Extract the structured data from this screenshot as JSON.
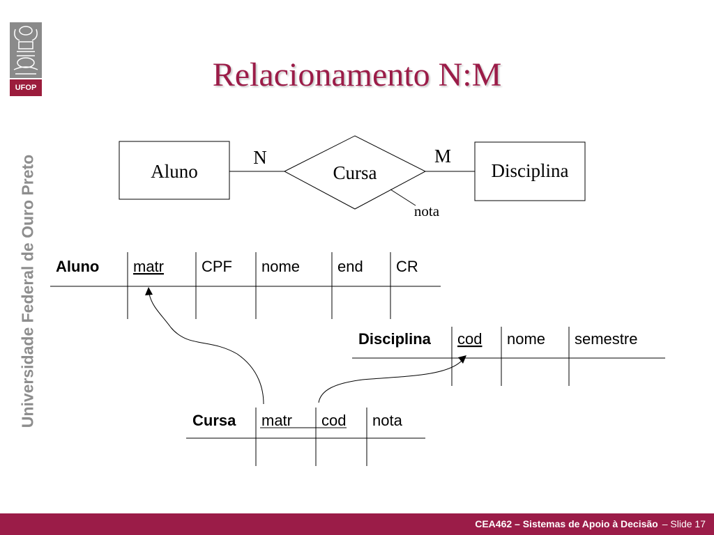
{
  "slide": {
    "title": "Relacionamento N:M",
    "university": "Universidade Federal de Ouro Preto",
    "logo_text": "UFOP"
  },
  "er_diagram": {
    "entity_left": "Aluno",
    "relationship": "Cursa",
    "entity_right": "Disciplina",
    "cardinality_left": "N",
    "cardinality_right": "M",
    "attribute": "nota"
  },
  "tables": {
    "aluno": {
      "name": "Aluno",
      "columns": [
        "matr",
        "CPF",
        "nome",
        "end",
        "CR"
      ]
    },
    "disciplina": {
      "name": "Disciplina",
      "columns": [
        "cod",
        "nome",
        "semestre"
      ]
    },
    "cursa": {
      "name": "Cursa",
      "columns": [
        "matr",
        "cod",
        "nota"
      ]
    }
  },
  "footer": {
    "course": "CEA462 – Sistemas de Apoio à Decisão",
    "slide": "– Slide 17"
  },
  "colors": {
    "accent": "#9b1c48",
    "vertical_text": "#8d8d8d",
    "logo_gray": "#8a8a8a"
  }
}
